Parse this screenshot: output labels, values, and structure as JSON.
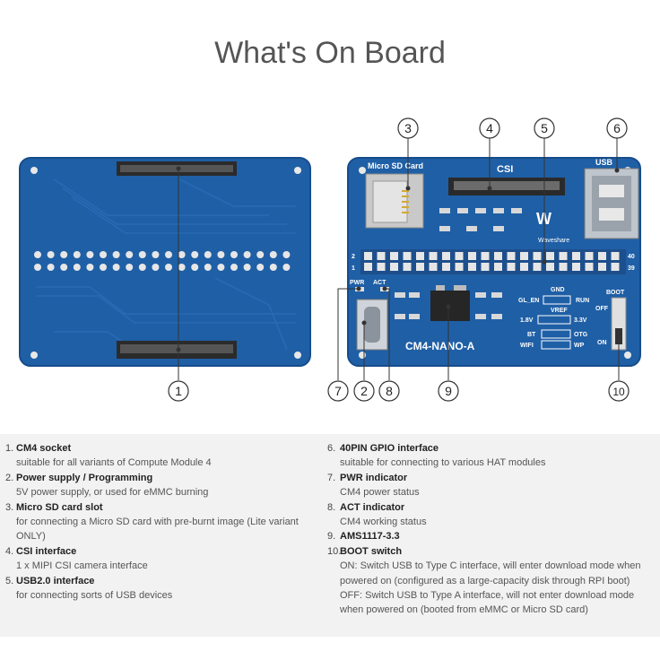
{
  "title": "What's On Board",
  "board_labels": {
    "micro_sd": "Micro SD Card",
    "csi": "CSI",
    "usb": "USB",
    "brand": "Waveshare",
    "pwr": "PWR",
    "act": "ACT",
    "gnd": "GND",
    "gl_en": "GL_EN",
    "run": "RUN",
    "vref": "VREF",
    "v18": "1.8V",
    "v33": "3.3V",
    "bt": "BT",
    "otg": "OTG",
    "wifi": "WIFI",
    "wp": "WP",
    "boot": "BOOT",
    "off": "OFF",
    "on": "ON",
    "model": "CM4-NANO-A",
    "pin2": "2",
    "pin1": "1",
    "pin40": "40",
    "pin39": "39"
  },
  "callouts": [
    "1",
    "2",
    "3",
    "4",
    "5",
    "6",
    "7",
    "8",
    "9",
    "10"
  ],
  "items": [
    {
      "num": "1.",
      "name": "CM4 socket",
      "desc": [
        "suitable for all variants of Compute Module 4"
      ]
    },
    {
      "num": "2.",
      "name": "Power supply / Programming",
      "desc": [
        "5V power supply, or used for eMMC burning"
      ]
    },
    {
      "num": "3.",
      "name": "Micro SD card slot",
      "desc": [
        "for connecting a Micro SD card with pre-burnt image (Lite variant ONLY)"
      ]
    },
    {
      "num": "4.",
      "name": "CSI interface",
      "desc": [
        "1 x MIPI CSI camera interface"
      ]
    },
    {
      "num": "5.",
      "name": "USB2.0 interface",
      "desc": [
        "for connecting sorts of USB devices"
      ]
    },
    {
      "num": "6.",
      "name": "40PIN GPIO interface",
      "desc": [
        "suitable for connecting to various HAT modules"
      ]
    },
    {
      "num": "7.",
      "name": "PWR indicator",
      "desc": [
        "CM4 power status"
      ]
    },
    {
      "num": "8.",
      "name": "ACT indicator",
      "desc": [
        "CM4 working status"
      ]
    },
    {
      "num": "9.",
      "name": "AMS1117-3.3",
      "desc": []
    },
    {
      "num": "10.",
      "name": "BOOT switch",
      "desc": [
        "ON: Switch USB to Type C interface, will enter download mode when",
        "powered on (configured as a large-capacity disk through RPI boot)",
        "OFF: Switch USB to Type A interface, will not enter download mode",
        "when powered on (booted from eMMC or Micro SD card)"
      ]
    }
  ]
}
